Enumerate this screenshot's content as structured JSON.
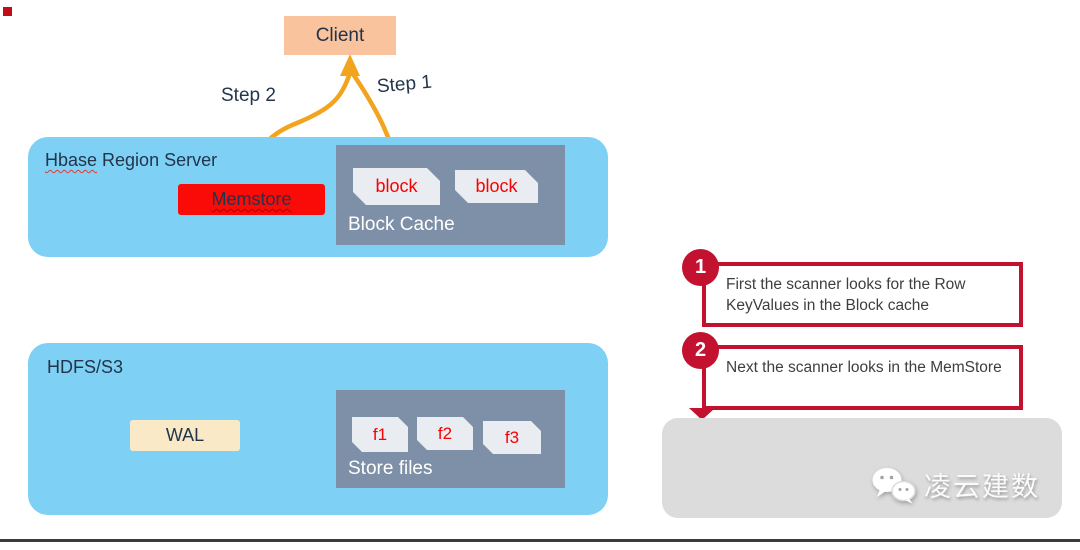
{
  "client": {
    "label": "Client"
  },
  "steps": {
    "step1": "Step 1",
    "step2": "Step 2"
  },
  "region_server": {
    "title_word": "Hbase",
    "title_rest": " Region Server",
    "memstore_label": "Memstore",
    "block_cache": {
      "label": "Block Cache",
      "blocks": [
        "block",
        "block"
      ]
    }
  },
  "hdfs": {
    "title": "HDFS/S3",
    "wal_label": "WAL",
    "store_files": {
      "label": "Store files",
      "files": [
        "f1",
        "f2",
        "f3"
      ]
    }
  },
  "annotations": [
    {
      "number": "1",
      "text": "First the scanner looks for the Row KeyValues in the Block cache"
    },
    {
      "number": "2",
      "text": "Next the scanner looks in the MemStore"
    }
  ],
  "watermark": {
    "text": "凌云建数"
  },
  "colors": {
    "panel_blue": "#7ed0f5",
    "slate_gray": "#7d90a8",
    "chip_gray": "#e9ecf1",
    "client_peach": "#f9c39d",
    "wal_cream": "#fae9c6",
    "memstore_red": "#fa0b08",
    "label_red": "#fb0000",
    "arrow_orange": "#f2a41f",
    "annotation_crimson": "#c2122f",
    "text_navy": "#22354a"
  }
}
